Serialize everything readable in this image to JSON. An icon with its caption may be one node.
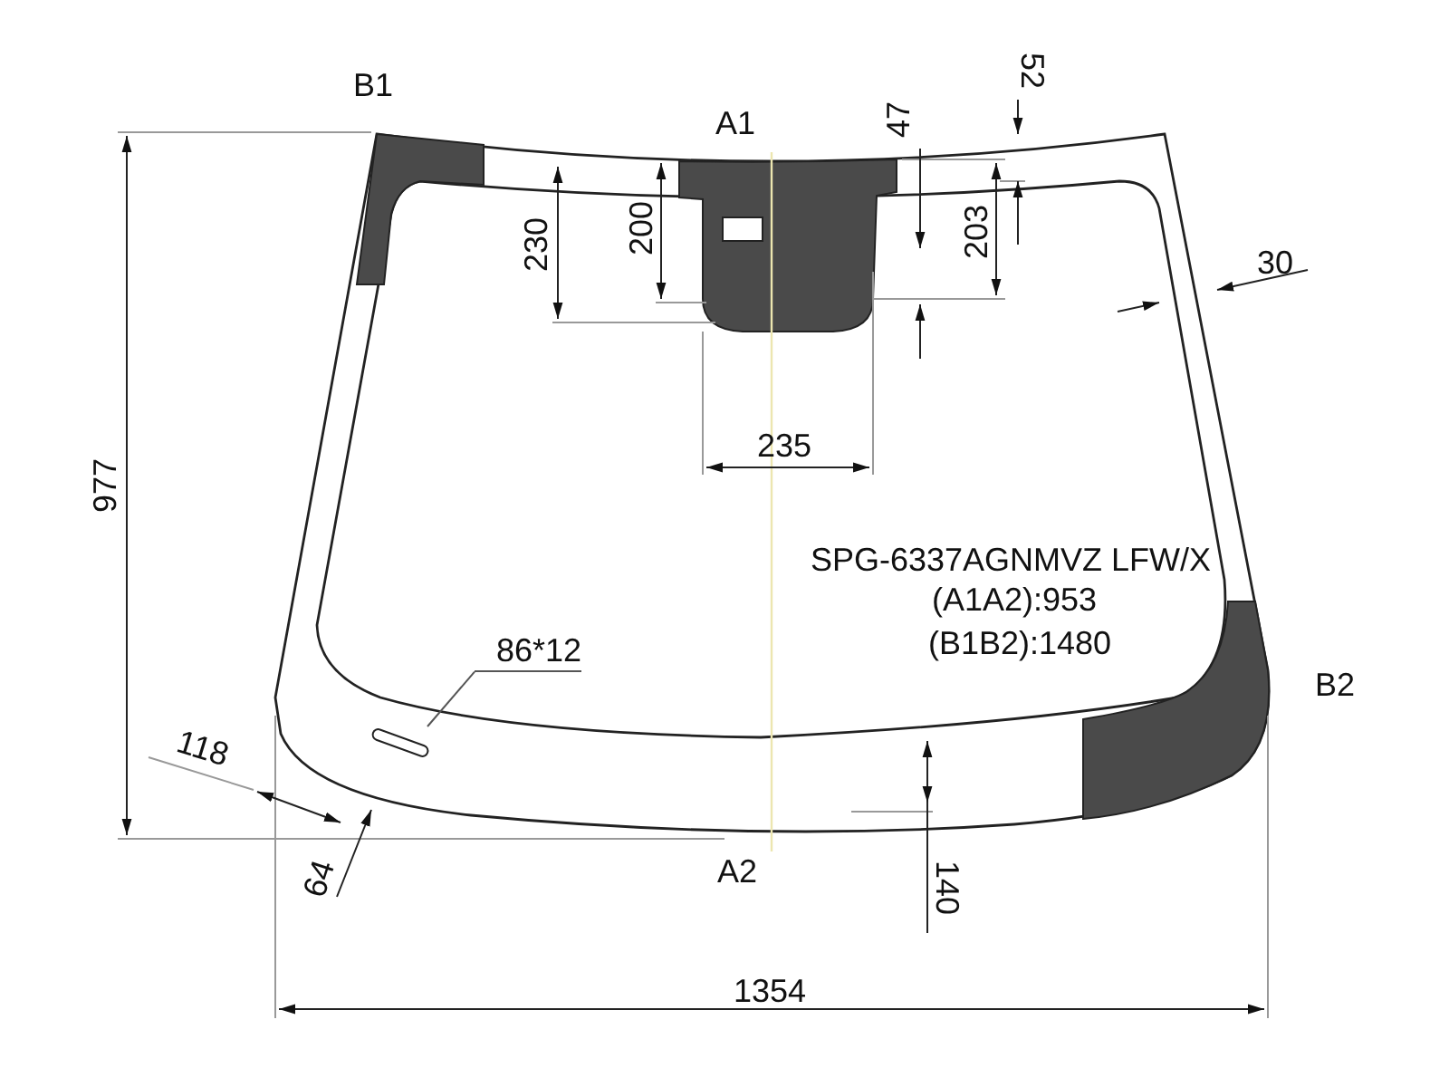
{
  "diagram": {
    "nodes": [
      {
        "text": [
          "86*12"
        ]
      },
      {
        "text": [],
        "shape": "box"
      }
    ],
    "edges": [
      {
        "from": 0,
        "to": 1,
        "arrow": "none"
      }
    ],
    "labels": [
      "B1",
      "52",
      "A1",
      "47",
      "230",
      "200",
      "203",
      "30",
      "235",
      "977",
      "SPG-6337AGNMVZ LFW/X",
      "(A1A2):953",
      "(B1B2):1480",
      "B2",
      "118",
      "A2",
      "64",
      "140",
      "1354"
    ]
  }
}
